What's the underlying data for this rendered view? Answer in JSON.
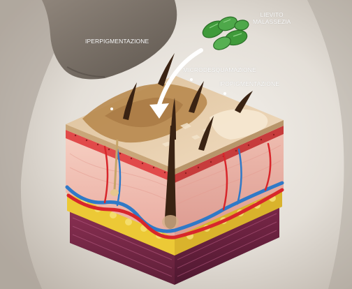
{
  "labels": {
    "yeast_line1": "LIEVITO",
    "yeast_line2": "MALASSEZIA",
    "hyperpigmentation": "IPERPIGMENTAZIONE",
    "microdesquamation": "MICRODESQUAMAZIONE",
    "hypopigmentation": "IPOPIGMENTAZIONE"
  },
  "icons": [
    "malassezia-yeast-icon",
    "curved-arrow-icon",
    "skin-cross-section-illustration"
  ],
  "colors": {
    "background_light": "#efebe6",
    "background_shadow": "#9a9288",
    "skin_surface": "#e9d2b0",
    "hyper_patch": "#b8894f",
    "dermis": "#f0c0b4",
    "fat_layer": "#f0d23a",
    "muscle": "#7c2a4a",
    "artery": "#d8262b",
    "vein": "#2f79c7",
    "yeast_green": "#3f9a3a",
    "hair": "#3a2313"
  }
}
